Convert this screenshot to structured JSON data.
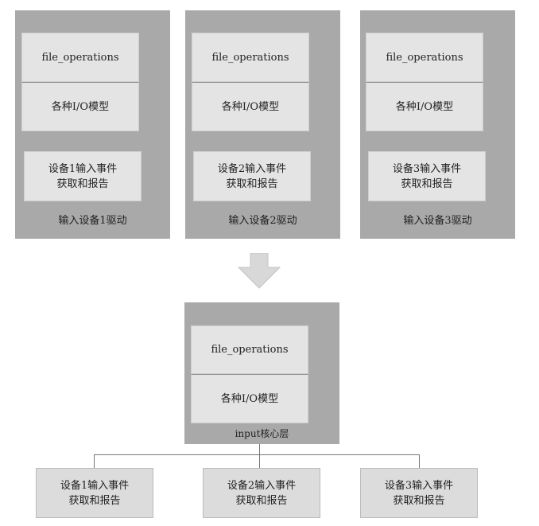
{
  "drivers": [
    {
      "fops": "file_operations",
      "io": "各种I/O模型",
      "event_line1": "设备1输入事件",
      "event_line2": "获取和报告",
      "label": "输入设备1驱动"
    },
    {
      "fops": "file_operations",
      "io": "各种I/O模型",
      "event_line1": "设备2输入事件",
      "event_line2": "获取和报告",
      "label": "输入设备2驱动"
    },
    {
      "fops": "file_operations",
      "io": "各种I/O模型",
      "event_line1": "设备3输入事件",
      "event_line2": "获取和报告",
      "label": "输入设备3驱动"
    }
  ],
  "core": {
    "fops": "file_operations",
    "io": "各种I/O模型",
    "label": "input核心层"
  },
  "devices": [
    {
      "line1": "设备1输入事件",
      "line2": "获取和报告"
    },
    {
      "line1": "设备2输入事件",
      "line2": "获取和报告"
    },
    {
      "line1": "设备3输入事件",
      "line2": "获取和报告"
    }
  ]
}
